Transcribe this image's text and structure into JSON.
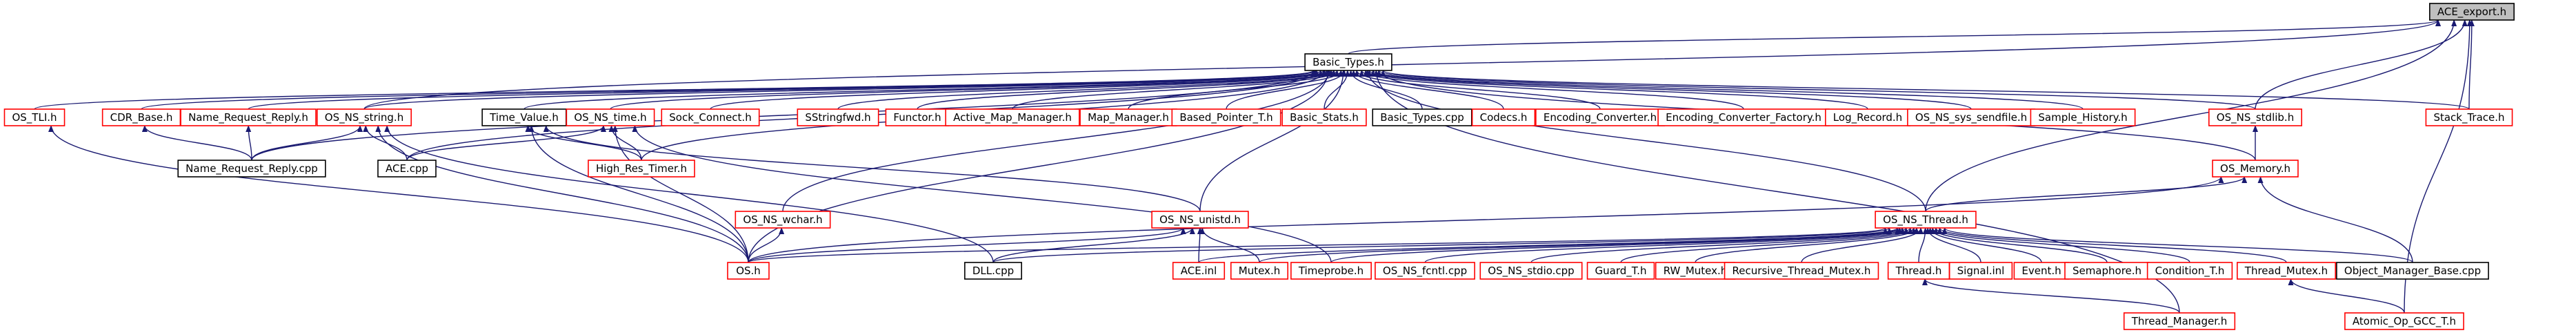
{
  "diagram": {
    "colors": {
      "edge": "#191970",
      "missing_doc_border": "#ff0000",
      "documented_border": "#000000",
      "root_fill": "#bfbfbf"
    },
    "nodes": [
      {
        "id": "ace_export",
        "label": "ACE_export.h",
        "style": "gray"
      },
      {
        "id": "basic_types",
        "label": "Basic_Types.h",
        "style": "black"
      },
      {
        "id": "os_tli",
        "label": "OS_TLI.h",
        "style": "red"
      },
      {
        "id": "cdr_base",
        "label": "CDR_Base.h",
        "style": "red"
      },
      {
        "id": "name_request_reply_h",
        "label": "Name_Request_Reply.h",
        "style": "red"
      },
      {
        "id": "os_ns_string",
        "label": "OS_NS_string.h",
        "style": "red"
      },
      {
        "id": "time_value",
        "label": "Time_Value.h",
        "style": "black"
      },
      {
        "id": "os_ns_time",
        "label": "OS_NS_time.h",
        "style": "red"
      },
      {
        "id": "sock_connect",
        "label": "Sock_Connect.h",
        "style": "red"
      },
      {
        "id": "sstringfwd",
        "label": "SStringfwd.h",
        "style": "red"
      },
      {
        "id": "functor",
        "label": "Functor.h",
        "style": "red"
      },
      {
        "id": "active_map_manager",
        "label": "Active_Map_Manager.h",
        "style": "red"
      },
      {
        "id": "map_manager",
        "label": "Map_Manager.h",
        "style": "red"
      },
      {
        "id": "based_pointer_t",
        "label": "Based_Pointer_T.h",
        "style": "red"
      },
      {
        "id": "basic_stats",
        "label": "Basic_Stats.h",
        "style": "red"
      },
      {
        "id": "basic_types_cpp",
        "label": "Basic_Types.cpp",
        "style": "black"
      },
      {
        "id": "codecs",
        "label": "Codecs.h",
        "style": "red"
      },
      {
        "id": "encoding_converter",
        "label": "Encoding_Converter.h",
        "style": "red"
      },
      {
        "id": "encoding_converter_factory",
        "label": "Encoding_Converter_Factory.h",
        "style": "red"
      },
      {
        "id": "log_record",
        "label": "Log_Record.h",
        "style": "red"
      },
      {
        "id": "os_ns_sys_sendfile",
        "label": "OS_NS_sys_sendfile.h",
        "style": "red"
      },
      {
        "id": "sample_history",
        "label": "Sample_History.h",
        "style": "red"
      },
      {
        "id": "os_ns_stdlib",
        "label": "OS_NS_stdlib.h",
        "style": "red"
      },
      {
        "id": "stack_trace",
        "label": "Stack_Trace.h",
        "style": "red"
      },
      {
        "id": "name_request_reply_cpp",
        "label": "Name_Request_Reply.cpp",
        "style": "black"
      },
      {
        "id": "ace_cpp",
        "label": "ACE.cpp",
        "style": "black"
      },
      {
        "id": "high_res_timer",
        "label": "High_Res_Timer.h",
        "style": "red"
      },
      {
        "id": "os_memory",
        "label": "OS_Memory.h",
        "style": "red"
      },
      {
        "id": "os_ns_wchar",
        "label": "OS_NS_wchar.h",
        "style": "red"
      },
      {
        "id": "os_ns_unistd",
        "label": "OS_NS_unistd.h",
        "style": "red"
      },
      {
        "id": "os_ns_thread",
        "label": "OS_NS_Thread.h",
        "style": "red"
      },
      {
        "id": "os_h",
        "label": "OS.h",
        "style": "red"
      },
      {
        "id": "dll_cpp",
        "label": "DLL.cpp",
        "style": "black"
      },
      {
        "id": "ace_inl",
        "label": "ACE.inl",
        "style": "red"
      },
      {
        "id": "mutex",
        "label": "Mutex.h",
        "style": "red"
      },
      {
        "id": "timeprobe",
        "label": "Timeprobe.h",
        "style": "red"
      },
      {
        "id": "os_ns_fcntl_cpp",
        "label": "OS_NS_fcntl.cpp",
        "style": "red"
      },
      {
        "id": "os_ns_stdio_cpp",
        "label": "OS_NS_stdio.cpp",
        "style": "red"
      },
      {
        "id": "guard_t",
        "label": "Guard_T.h",
        "style": "red"
      },
      {
        "id": "rw_mutex",
        "label": "RW_Mutex.h",
        "style": "red"
      },
      {
        "id": "recursive_thread_mutex",
        "label": "Recursive_Thread_Mutex.h",
        "style": "red"
      },
      {
        "id": "thread_h",
        "label": "Thread.h",
        "style": "red"
      },
      {
        "id": "signal_inl",
        "label": "Signal.inl",
        "style": "red"
      },
      {
        "id": "event_h",
        "label": "Event.h",
        "style": "red"
      },
      {
        "id": "semaphore",
        "label": "Semaphore.h",
        "style": "red"
      },
      {
        "id": "condition_t",
        "label": "Condition_T.h",
        "style": "red"
      },
      {
        "id": "thread_mutex",
        "label": "Thread_Mutex.h",
        "style": "red"
      },
      {
        "id": "object_manager_base",
        "label": "Object_Manager_Base.cpp",
        "style": "black"
      },
      {
        "id": "thread_manager",
        "label": "Thread_Manager.h",
        "style": "red"
      },
      {
        "id": "atomic_op_gcc",
        "label": "Atomic_Op_GCC_T.h",
        "style": "red"
      }
    ],
    "edges": [
      [
        "ace_export",
        "basic_types"
      ],
      [
        "ace_export",
        "stack_trace"
      ],
      [
        "ace_export",
        "os_ns_stdlib"
      ],
      [
        "ace_export",
        "os_ns_thread"
      ],
      [
        "ace_export",
        "atomic_op_gcc"
      ],
      [
        "ace_export",
        "os_ns_string"
      ],
      [
        "basic_types",
        "os_tli"
      ],
      [
        "basic_types",
        "cdr_base"
      ],
      [
        "basic_types",
        "name_request_reply_h"
      ],
      [
        "basic_types",
        "os_ns_string"
      ],
      [
        "basic_types",
        "time_value"
      ],
      [
        "basic_types",
        "os_ns_time"
      ],
      [
        "basic_types",
        "sock_connect"
      ],
      [
        "basic_types",
        "sstringfwd"
      ],
      [
        "basic_types",
        "functor"
      ],
      [
        "basic_types",
        "active_map_manager"
      ],
      [
        "basic_types",
        "map_manager"
      ],
      [
        "basic_types",
        "based_pointer_t"
      ],
      [
        "basic_types",
        "basic_stats"
      ],
      [
        "basic_types",
        "basic_types_cpp"
      ],
      [
        "basic_types",
        "codecs"
      ],
      [
        "basic_types",
        "encoding_converter"
      ],
      [
        "basic_types",
        "encoding_converter_factory"
      ],
      [
        "basic_types",
        "log_record"
      ],
      [
        "basic_types",
        "os_ns_sys_sendfile"
      ],
      [
        "basic_types",
        "sample_history"
      ],
      [
        "basic_types",
        "os_ns_stdlib"
      ],
      [
        "basic_types",
        "stack_trace"
      ],
      [
        "basic_types",
        "ace_cpp"
      ],
      [
        "basic_types",
        "os_ns_wchar"
      ],
      [
        "basic_types",
        "os_memory"
      ],
      [
        "basic_types",
        "high_res_timer"
      ],
      [
        "basic_types",
        "os_ns_thread"
      ],
      [
        "basic_types",
        "os_h"
      ],
      [
        "basic_types",
        "thread_manager"
      ],
      [
        "basic_types",
        "os_ns_unistd"
      ],
      [
        "basic_types",
        "name_request_reply_cpp"
      ],
      [
        "os_tli",
        "os_h"
      ],
      [
        "cdr_base",
        "name_request_reply_cpp"
      ],
      [
        "name_request_reply_h",
        "name_request_reply_cpp"
      ],
      [
        "os_ns_string",
        "ace_cpp"
      ],
      [
        "os_ns_string",
        "os_h"
      ],
      [
        "os_ns_string",
        "name_request_reply_cpp"
      ],
      [
        "os_ns_string",
        "dll_cpp"
      ],
      [
        "time_value",
        "os_h"
      ],
      [
        "time_value",
        "os_ns_unistd"
      ],
      [
        "time_value",
        "high_res_timer"
      ],
      [
        "os_ns_time",
        "ace_cpp"
      ],
      [
        "os_ns_time",
        "high_res_timer"
      ],
      [
        "os_ns_time",
        "os_h"
      ],
      [
        "os_ns_time",
        "timeprobe"
      ],
      [
        "os_ns_stdlib",
        "os_memory"
      ],
      [
        "os_memory",
        "os_ns_thread"
      ],
      [
        "os_memory",
        "object_manager_base"
      ],
      [
        "os_memory",
        "os_h"
      ],
      [
        "os_ns_wchar",
        "os_h"
      ],
      [
        "os_ns_unistd",
        "os_h"
      ],
      [
        "os_ns_unistd",
        "ace_inl"
      ],
      [
        "os_ns_unistd",
        "mutex"
      ],
      [
        "os_ns_unistd",
        "dll_cpp"
      ],
      [
        "os_ns_thread",
        "os_h"
      ],
      [
        "os_ns_thread",
        "ace_inl"
      ],
      [
        "os_ns_thread",
        "mutex"
      ],
      [
        "os_ns_thread",
        "timeprobe"
      ],
      [
        "os_ns_thread",
        "os_ns_fcntl_cpp"
      ],
      [
        "os_ns_thread",
        "os_ns_stdio_cpp"
      ],
      [
        "os_ns_thread",
        "guard_t"
      ],
      [
        "os_ns_thread",
        "rw_mutex"
      ],
      [
        "os_ns_thread",
        "recursive_thread_mutex"
      ],
      [
        "os_ns_thread",
        "thread_h"
      ],
      [
        "os_ns_thread",
        "signal_inl"
      ],
      [
        "os_ns_thread",
        "event_h"
      ],
      [
        "os_ns_thread",
        "semaphore"
      ],
      [
        "os_ns_thread",
        "condition_t"
      ],
      [
        "os_ns_thread",
        "thread_mutex"
      ],
      [
        "os_ns_thread",
        "object_manager_base"
      ],
      [
        "os_ns_thread",
        "dll_cpp"
      ],
      [
        "thread_h",
        "thread_manager"
      ],
      [
        "thread_mutex",
        "atomic_op_gcc"
      ]
    ]
  }
}
